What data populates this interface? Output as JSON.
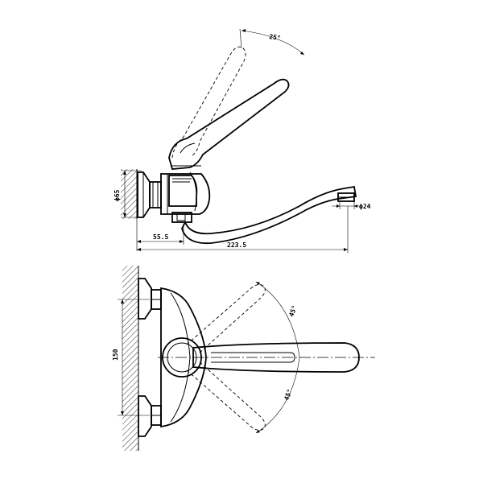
{
  "side_view": {
    "angle_label": "25°",
    "base_diameter_label": "ϕ65",
    "spout_diameter_label": "ϕ24",
    "offset_label": "55.5",
    "reach_label": "223.5"
  },
  "top_view": {
    "height_label": "150",
    "angle_upper_label": "45°",
    "angle_lower_label": "45°"
  }
}
